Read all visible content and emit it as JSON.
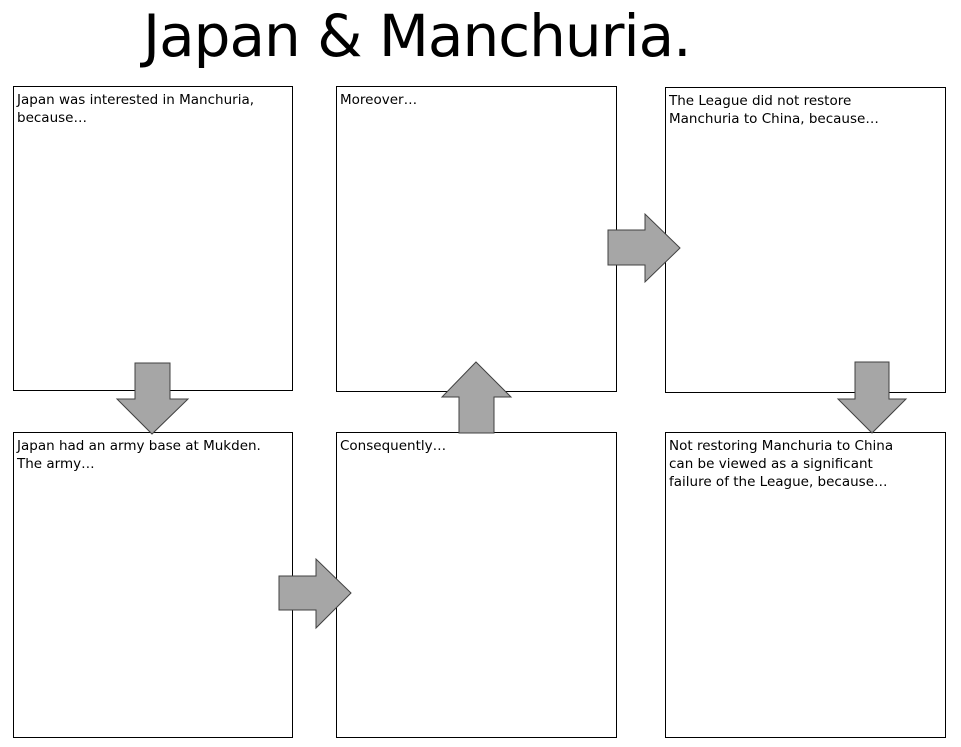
{
  "title": "Japan & Manchuria.",
  "boxes": [
    {
      "prompt": "Japan was interested in Manchuria,\nbecause…"
    },
    {
      "prompt": "Moreover…"
    },
    {
      "prompt": "The League did not restore\nManchuria to China, because…"
    },
    {
      "prompt": "Japan had an army base at Mukden.\nThe army…"
    },
    {
      "prompt": "Consequently…"
    },
    {
      "prompt": "Not restoring Manchuria to China\ncan be viewed as a significant\nfailure of the League, because…"
    }
  ],
  "colors": {
    "arrow_fill": "#a6a6a6",
    "arrow_stroke": "#404040"
  }
}
